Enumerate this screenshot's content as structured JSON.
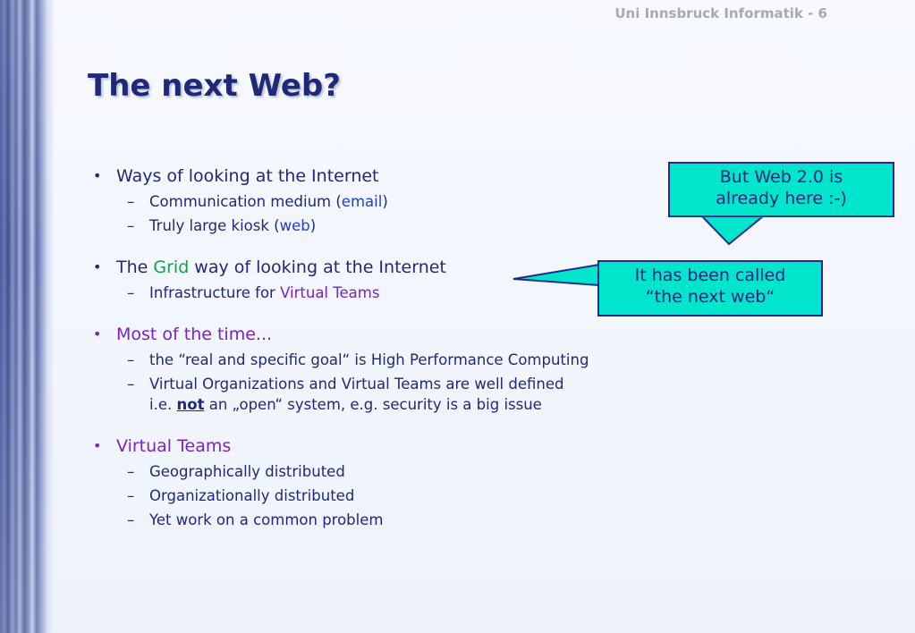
{
  "header": {
    "note": "Uni Innsbruck Informatik - 6"
  },
  "title": "The next Web?",
  "bullets": [
    {
      "label": "Ways of looking at the Internet",
      "subs": [
        {
          "pre": "Communication medium (",
          "link": "email",
          "post": ")"
        },
        {
          "pre": "Truly large kiosk (",
          "link": "web",
          "post": ")"
        }
      ]
    },
    {
      "label_pre": "The ",
      "label_highlight": "Grid",
      "label_post": " way of looking at the Internet",
      "subs": [
        {
          "pre": "Infrastructure for ",
          "link": "Virtual Teams"
        }
      ]
    },
    {
      "label": "Most of the time...",
      "subs": [
        {
          "text": "the “real and specific goal“ is High Performance Computing"
        },
        {
          "line1": "Virtual Organizations and Virtual Teams are well defined",
          "line2_pre": "i.e. ",
          "line2_em": "not",
          "line2_post": " an „open“ system, e.g. security is a big issue"
        }
      ]
    },
    {
      "label": "Virtual Teams",
      "subs": [
        {
          "text": "Geographically distributed"
        },
        {
          "text": "Organizationally distributed"
        },
        {
          "text": "Yet work on a common problem"
        }
      ]
    }
  ],
  "callouts": [
    {
      "line1": "But Web 2.0 is",
      "line2": "already here  :-)"
    },
    {
      "line1": "It has been called",
      "line2": "“the next web“"
    }
  ],
  "colors": {
    "text": "#1e2a78",
    "accent_purple": "#7a22c4",
    "link_blue": "#1f3cd6",
    "grid_green": "#12a14b",
    "callout_fill": "#00e5cc",
    "header_gray": "#a6a9b8"
  },
  "icons": {
    "bullet": "•",
    "dash": "–"
  }
}
